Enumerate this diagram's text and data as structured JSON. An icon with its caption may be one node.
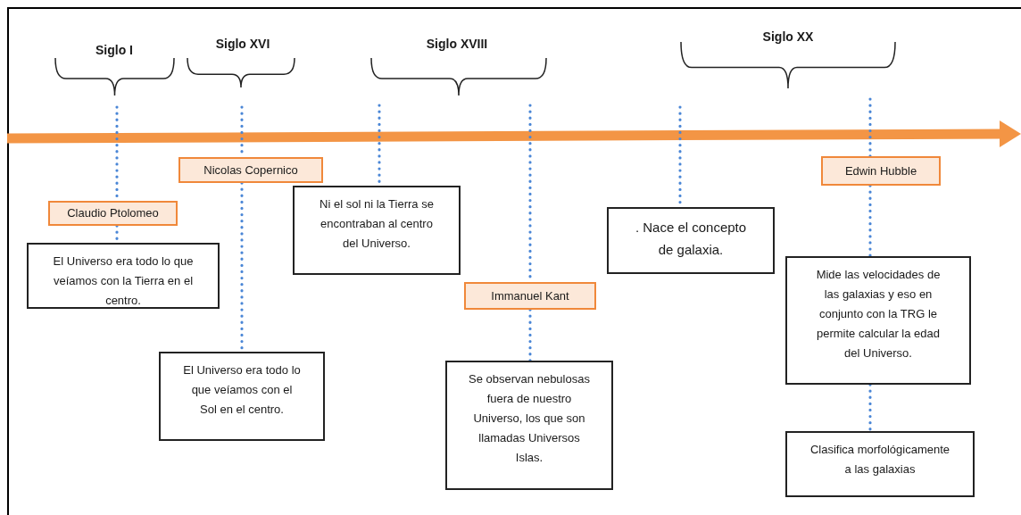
{
  "diagram": {
    "nodes": [
      {
        "text": [
          "Claudio Ptolomeo"
        ]
      },
      {
        "text": [
          "El Universo era todo lo que veíamos con la Tierra en el centro."
        ]
      },
      {
        "text": [
          "Nicolas Copernico"
        ]
      },
      {
        "text": [
          "El Universo era todo lo que veíamos con el Sol en el centro."
        ]
      },
      {
        "text": [
          "Ni el sol ni la Tierra se encontraban al centro del Universo."
        ]
      },
      {
        "text": [
          "Immanuel Kant"
        ]
      },
      {
        "text": [
          "Se observan nebulosas fuera de nuestro Universo, los que son llamadas Universos Islas."
        ]
      },
      {
        "text": [
          ". Nace el concepto de galaxia."
        ]
      },
      {
        "text": [
          "Edwin Hubble"
        ]
      },
      {
        "text": [
          "Mide las velocidades de las galaxias y eso en conjunto con la TRG le permite calcular la edad del Universo."
        ]
      },
      {
        "text": [
          "Clasifica morfológicamente a las galaxias"
        ]
      }
    ],
    "edges": [
      {
        "from": null,
        "to": 0,
        "arrow": "none",
        "style": "dashed"
      },
      {
        "from": 0,
        "to": 1,
        "arrow": "none",
        "style": "dashed"
      },
      {
        "from": null,
        "to": 2,
        "arrow": "none",
        "style": "dashed"
      },
      {
        "from": 2,
        "to": 3,
        "arrow": "none",
        "style": "dashed"
      },
      {
        "from": null,
        "to": 4,
        "arrow": "none",
        "style": "dashed"
      },
      {
        "from": null,
        "to": 5,
        "arrow": "none",
        "style": "dashed"
      },
      {
        "from": 5,
        "to": 6,
        "arrow": "none",
        "style": "dashed"
      },
      {
        "from": null,
        "to": 7,
        "arrow": "none",
        "style": "dashed"
      },
      {
        "from": null,
        "to": 8,
        "arrow": "none",
        "style": "dashed"
      },
      {
        "from": 8,
        "to": 9,
        "arrow": "none",
        "style": "dashed"
      },
      {
        "from": 9,
        "to": 10,
        "arrow": "none",
        "style": "dashed"
      }
    ],
    "labels": [
      "Siglo I",
      "Siglo XVI",
      "Siglo XVIII",
      "Siglo XX"
    ]
  }
}
